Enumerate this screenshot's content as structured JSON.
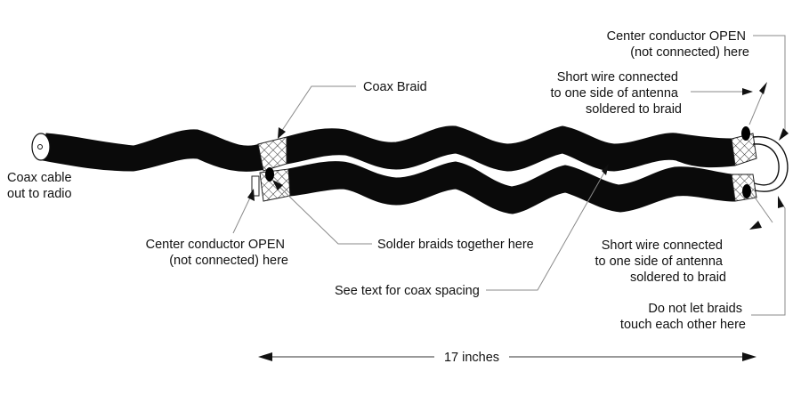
{
  "labels": {
    "coax_out": [
      "Coax cable",
      "out to radio"
    ],
    "coax_braid": "Coax Braid",
    "center_open_left": [
      "Center conductor OPEN",
      "(not connected) here"
    ],
    "solder_braids": "Solder braids together here",
    "coax_spacing": "See text for coax spacing",
    "center_open_right": [
      "Center conductor OPEN",
      "(not connected) here"
    ],
    "short_wire_top": [
      "Short wire connected",
      "to one side of antenna",
      "soldered to braid"
    ],
    "short_wire_bottom": [
      "Short wire connected",
      "to one side of antenna",
      "soldered to braid"
    ],
    "no_touch": [
      "Do not let braids",
      "touch each other here"
    ],
    "length": "17 inches"
  },
  "colors": {
    "cable": "#0a0a0a",
    "leader": "#8a8a8a",
    "background": "#ffffff"
  }
}
